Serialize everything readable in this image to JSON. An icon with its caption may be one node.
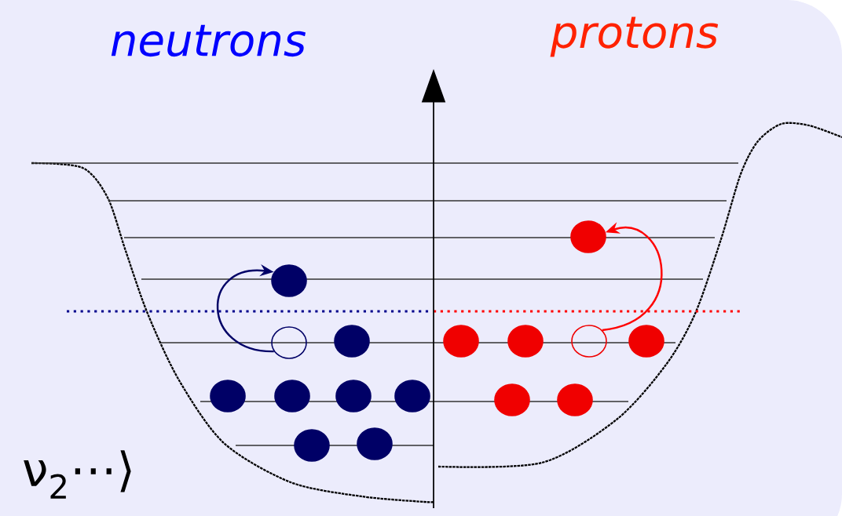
{
  "diagram": {
    "nodes": [
      {
        "text": [],
        "shape": "circle"
      },
      {
        "text": [],
        "shape": "circle"
      },
      {
        "text": [],
        "shape": "circle"
      },
      {
        "text": [],
        "shape": "circle"
      },
      {
        "text": [],
        "shape": "circle"
      },
      {
        "text": [],
        "shape": "circle"
      },
      {
        "text": [],
        "shape": "circle"
      },
      {
        "text": [],
        "shape": "circle"
      },
      {
        "text": [],
        "shape": "circle"
      },
      {
        "text": [],
        "shape": "circle"
      },
      {
        "text": [],
        "shape": "circle"
      },
      {
        "text": [],
        "shape": "circle"
      },
      {
        "text": [],
        "shape": "circle"
      },
      {
        "text": [],
        "shape": "circle"
      },
      {
        "text": [],
        "shape": "circle"
      },
      {
        "text": [],
        "shape": "circle"
      }
    ],
    "edges": [
      {
        "from": 2,
        "to": 1,
        "arrow": "to",
        "color": "#000066"
      },
      {
        "from": 6,
        "to": 0,
        "arrow": "to",
        "color": "#ff0000"
      }
    ],
    "labels": [
      "neutrons",
      "protons",
      "ν$_{2}$⋯⟩"
    ]
  }
}
